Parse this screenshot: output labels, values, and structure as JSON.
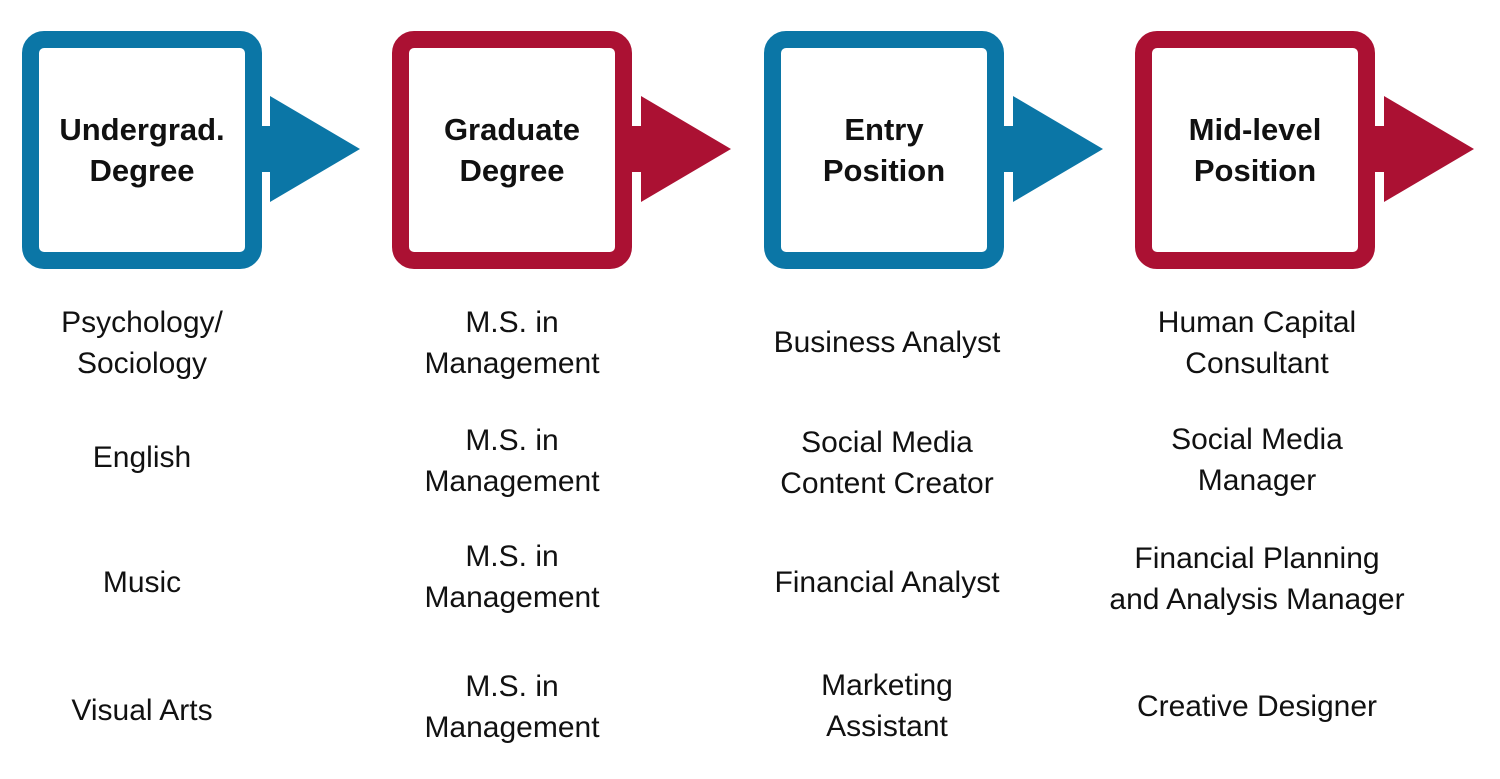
{
  "colors": {
    "blue": "#0b76a6",
    "red": "#ab1133"
  },
  "steps": [
    {
      "title": "Undergrad.\nDegree",
      "color": "blue"
    },
    {
      "title": "Graduate\nDegree",
      "color": "red"
    },
    {
      "title": "Entry\nPosition",
      "color": "blue"
    },
    {
      "title": "Mid-level\nPosition",
      "color": "red"
    }
  ],
  "rows": [
    [
      "Psychology/\nSociology",
      "M.S. in\nManagement",
      "Business Analyst",
      "Human Capital\nConsultant"
    ],
    [
      "English",
      "M.S. in\nManagement",
      "Social Media\nContent Creator",
      "Social Media\nManager"
    ],
    [
      "Music",
      "M.S. in\nManagement",
      "Financial Analyst",
      "Financial Planning\nand Analysis Manager"
    ],
    [
      "Visual Arts",
      "M.S. in\nManagement",
      "Marketing\nAssistant",
      "Creative Designer"
    ]
  ]
}
